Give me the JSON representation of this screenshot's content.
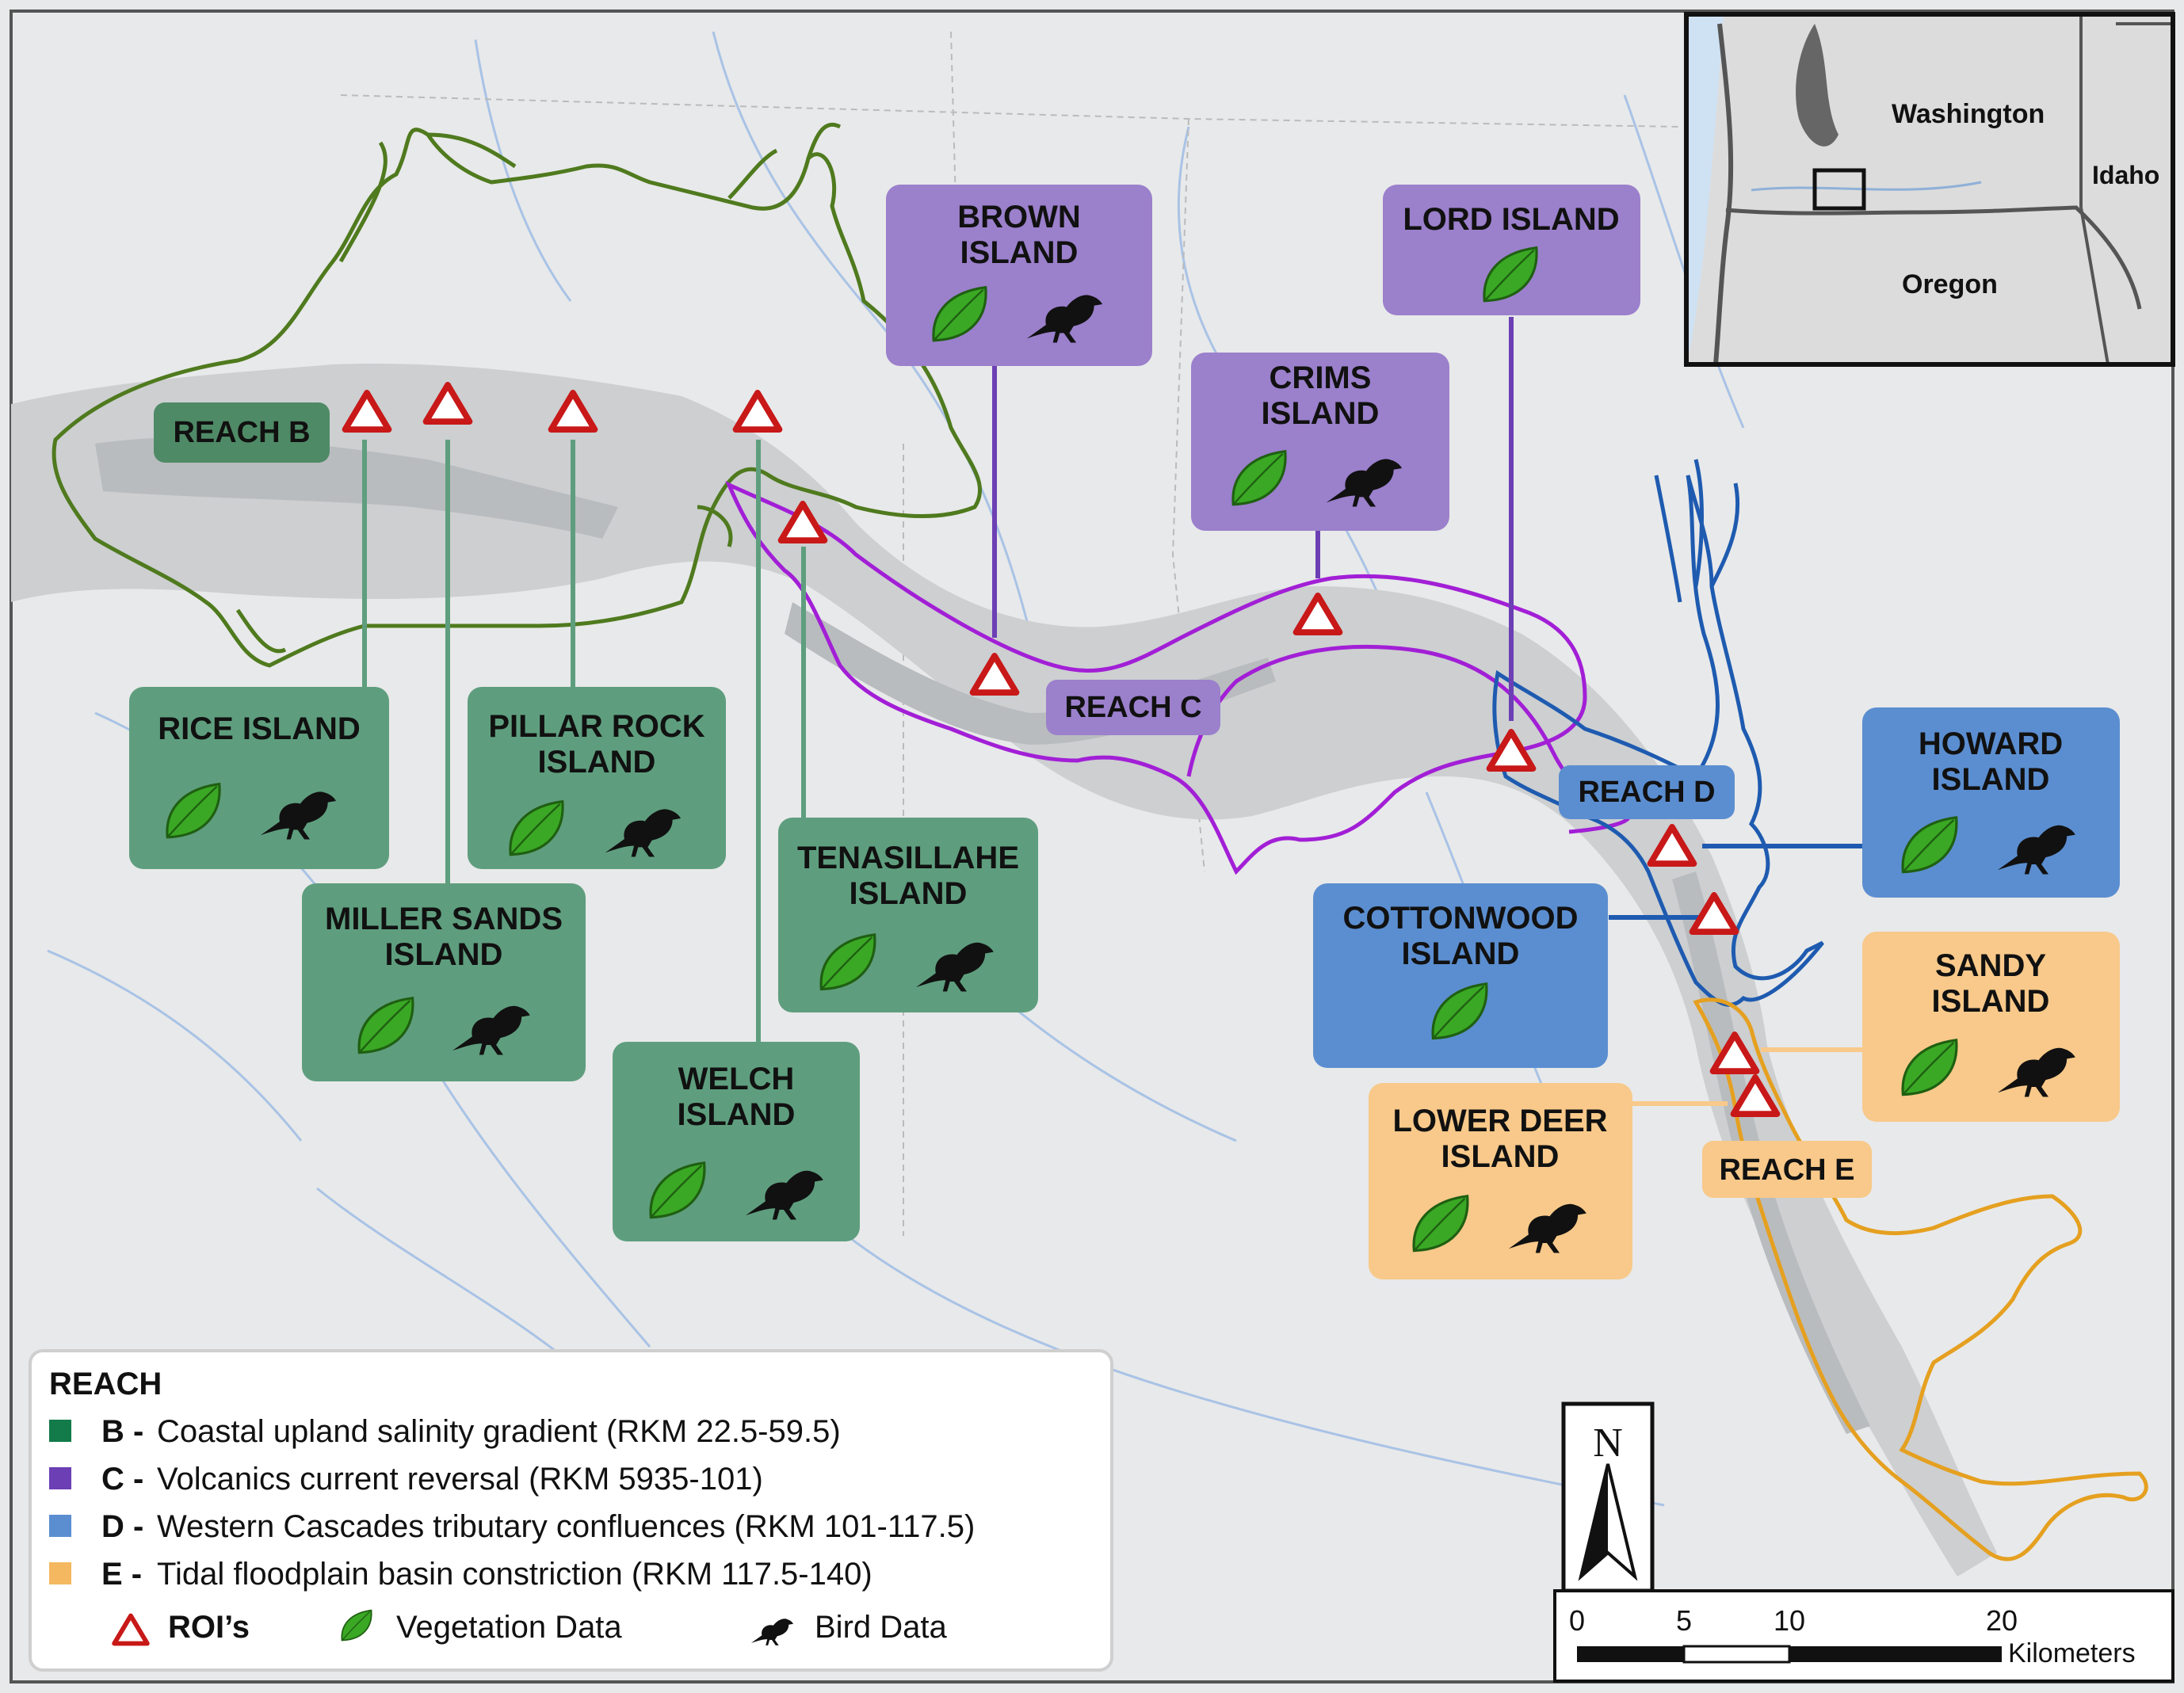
{
  "reach_labels": {
    "b": "REACH B",
    "c": "REACH C",
    "d": "REACH D",
    "e": "REACH E"
  },
  "islands": {
    "brown": {
      "line1": "BROWN",
      "line2": "ISLAND"
    },
    "lord": {
      "line1": "LORD ISLAND"
    },
    "crims": {
      "line1": "CRIMS",
      "line2": "ISLAND"
    },
    "rice": {
      "line1": "RICE ISLAND"
    },
    "pillar": {
      "line1": "PILLAR ROCK",
      "line2": "ISLAND"
    },
    "tenasillahe": {
      "line1": "TENASILLAHE",
      "line2": "ISLAND"
    },
    "miller": {
      "line1": "MILLER SANDS",
      "line2": "ISLAND"
    },
    "welch": {
      "line1": "WELCH",
      "line2": "ISLAND"
    },
    "howard": {
      "line1": "HOWARD",
      "line2": "ISLAND"
    },
    "cottonwood": {
      "line1": "COTTONWOOD",
      "line2": "ISLAND"
    },
    "sandy": {
      "line1": "SANDY",
      "line2": "ISLAND"
    },
    "lowerdeer": {
      "line1": "LOWER DEER",
      "line2": "ISLAND"
    }
  },
  "inset": {
    "washington": "Washington",
    "idaho": "Idaho",
    "oregon": "Oregon"
  },
  "legend": {
    "title": "REACH",
    "rows": [
      {
        "letter": "B -",
        "text": "Coastal upland salinity gradient (RKM 22.5-59.5)",
        "color": "#137a4a"
      },
      {
        "letter": "C -",
        "text": "Volcanics current reversal (RKM 5935-101)",
        "color": "#6c3fb4"
      },
      {
        "letter": "D -",
        "text": "Western Cascades tributary confluences (RKM 101-117.5)",
        "color": "#5b8ed0"
      },
      {
        "letter": "E -",
        "text": "Tidal floodplain basin constriction (RKM 117.5-140)",
        "color": "#f4b860"
      }
    ],
    "roi_label": "ROI’s",
    "veg_label": "Vegetation Data",
    "bird_label": "Bird Data"
  },
  "north_arrow": "N",
  "scale": {
    "ticks": [
      "0",
      "5",
      "10",
      "20"
    ],
    "unit": "Kilometers"
  },
  "colors": {
    "reach_b": "#5e9e7e",
    "reach_c": "#9b80cc",
    "reach_d": "#5b8ed0",
    "reach_e": "#f8c98a",
    "outline_b": "#4f7a1e",
    "outline_c": "#a21fd6",
    "outline_d": "#1e5bb0",
    "outline_e": "#e5a020",
    "roi": "#c81818"
  }
}
